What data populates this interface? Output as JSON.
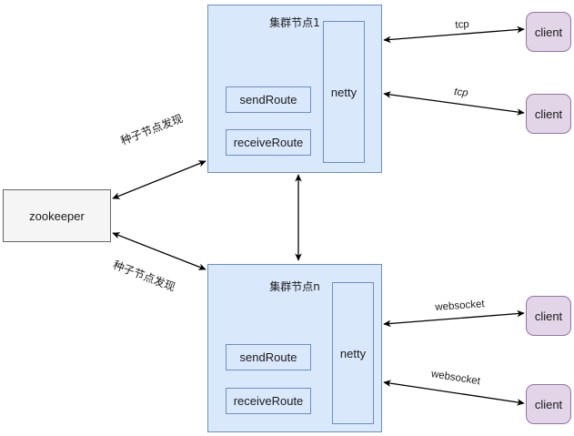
{
  "diagram": {
    "title": "cluster architecture diagram",
    "colors": {
      "node_fill": "#dae8fc",
      "node_stroke": "#6c8ebf",
      "zookeeper_fill": "#f5f5f5",
      "zookeeper_stroke": "#666666",
      "client_fill": "#e1d5e7",
      "client_stroke": "#9673a6",
      "edge_stroke": "#000000",
      "background": "#ffffff"
    },
    "zookeeper": {
      "label": "zookeeper"
    },
    "nodes": [
      {
        "title": "集群节点1",
        "send_route": "sendRoute",
        "receive_route": "receiveRoute",
        "netty": "netty"
      },
      {
        "title": "集群节点n",
        "send_route": "sendRoute",
        "receive_route": "receiveRoute",
        "netty": "netty"
      }
    ],
    "clients": [
      {
        "label": "client"
      },
      {
        "label": "client"
      },
      {
        "label": "client"
      },
      {
        "label": "client"
      }
    ],
    "edge_labels": {
      "seed_discovery_top": "种子节点发现",
      "seed_discovery_bottom": "种子节点发现",
      "tcp_1": "tcp",
      "tcp_2": "tcp",
      "websocket_1": "websocket",
      "websocket_2": "websocket"
    }
  }
}
